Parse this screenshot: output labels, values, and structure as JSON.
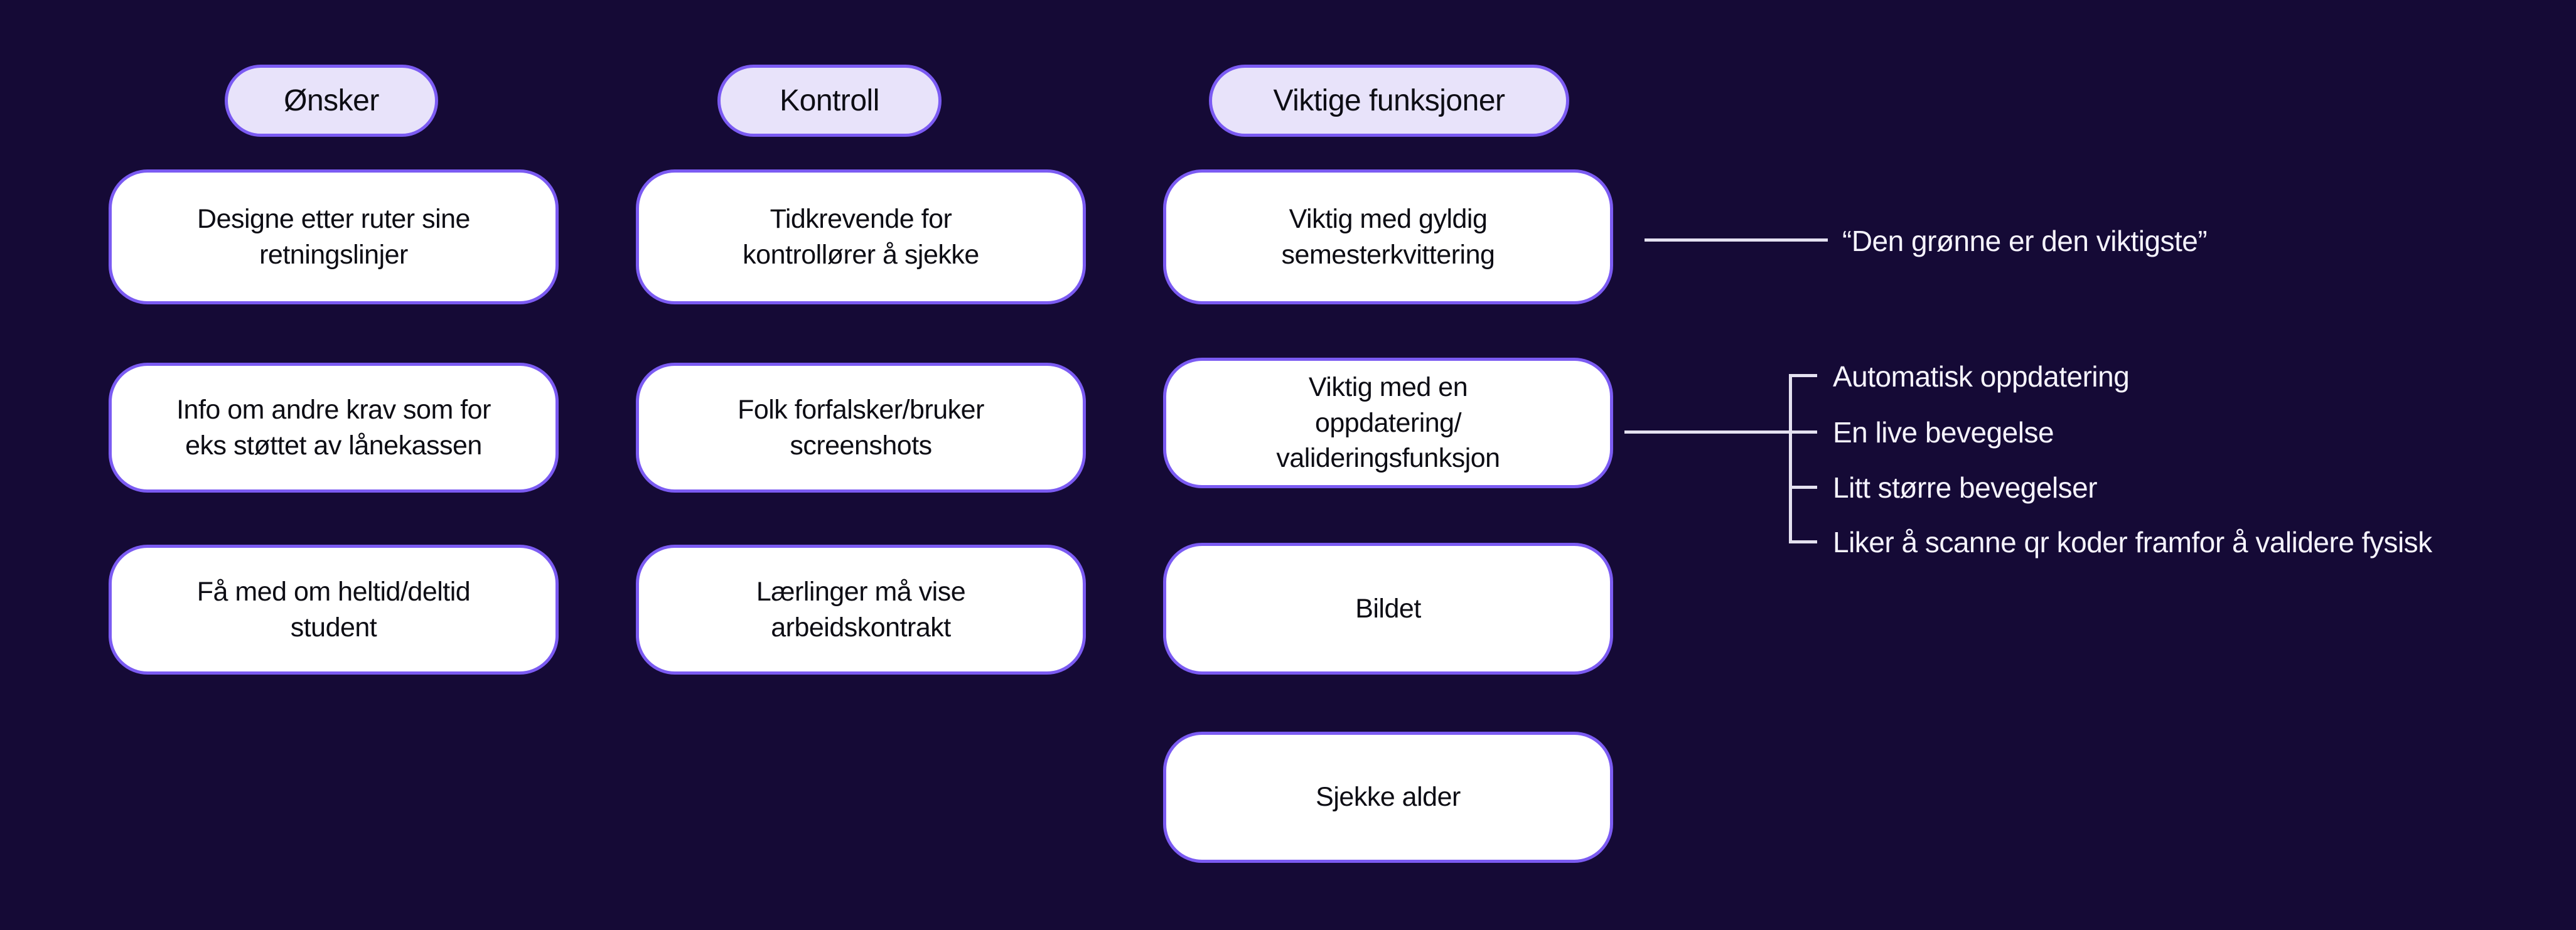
{
  "theme": {
    "background": "#150a36",
    "card_fill": "#ffffff",
    "pill_fill": "#e8e3fa",
    "border_purple": "#7b5bf2",
    "card_text": "#0d0d14",
    "annotation_text": "#f5f3fc",
    "connector": "#e4e1f0"
  },
  "columns": [
    {
      "header": "Ønsker",
      "cards": [
        "Designe etter ruter sine\nretningslinjer",
        "Info om andre krav som for\neks støttet av lånekassen",
        "Få med om heltid/deltid\nstudent"
      ]
    },
    {
      "header": "Kontroll",
      "cards": [
        "Tidkrevende for\nkontrollører å sjekke",
        "Folk forfalsker/bruker\nscreenshots",
        "Lærlinger må vise\narbeidskontrakt"
      ]
    },
    {
      "header": "Viktige funksjoner",
      "cards": [
        "Viktig med gyldig\nsemesterkvittering",
        "Viktig med en\noppdatering/\nvalideringsfunksjon",
        "Bildet",
        "Sjekke alder"
      ]
    }
  ],
  "annotations": {
    "quote": "“Den grønne er den viktigste”",
    "branch_items": [
      "Automatisk oppdatering",
      "En live bevegelse",
      "Litt større bevegelser",
      "Liker å scanne qr koder framfor å validere fysisk"
    ]
  }
}
